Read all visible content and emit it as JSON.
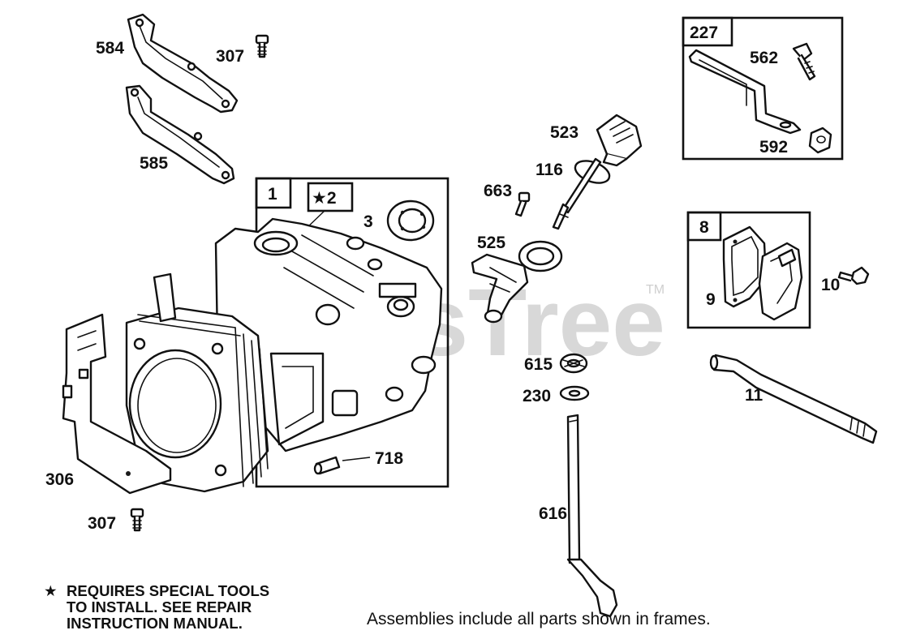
{
  "watermark": {
    "text": "PartsTree",
    "mark": "TM"
  },
  "labels": {
    "p584": "584",
    "p307a": "307",
    "p585": "585",
    "p306": "306",
    "p307b": "307",
    "p1": "1",
    "p2": "★2",
    "p3": "3",
    "p718": "718",
    "p523": "523",
    "p116": "116",
    "p663": "663",
    "p525": "525",
    "p615": "615",
    "p230": "230",
    "p616": "616",
    "p227": "227",
    "p562": "562",
    "p592": "592",
    "p8": "8",
    "p9": "9",
    "p10": "10",
    "p11": "11"
  },
  "notes": {
    "star": "★",
    "line1": "REQUIRES SPECIAL TOOLS",
    "line2": "TO INSTALL.  SEE REPAIR",
    "line3": "INSTRUCTION MANUAL.",
    "caption": "Assemblies include all parts shown in frames."
  }
}
